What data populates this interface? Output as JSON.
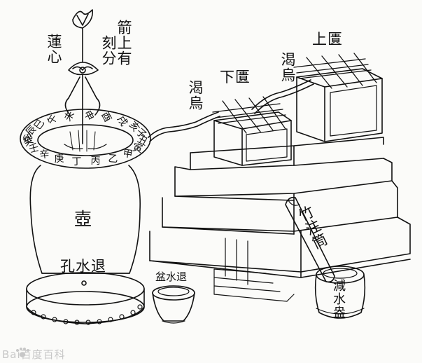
{
  "labels": {
    "lotus_center": "蓮心",
    "arrow_scale_1": "箭上有",
    "arrow_scale_2": "刻分",
    "upper_vessel": "上匱",
    "upper_dragon": "渴烏",
    "lower_vessel": "下匱",
    "lower_dragon": "渴烏",
    "pot": "壺",
    "drain_hole": "孔水退",
    "drain_basin": "盆水退",
    "bamboo_tube": "竹注筒",
    "reducing_basin": "減水盎"
  },
  "ring_characters": [
    "卯",
    "辰",
    "巳",
    "午",
    "未",
    "申",
    "酉",
    "戌",
    "亥",
    "子",
    "丑",
    "寅",
    "甲",
    "乙",
    "丙",
    "丁",
    "庚",
    "辛",
    "壬",
    "癸"
  ],
  "watermark": {
    "text": "Bai百度百科",
    "icon": "baidu-paw-icon"
  },
  "colors": {
    "ink": "#111111",
    "paper": "#fbfbf9",
    "watermark": "#c7c7c7"
  }
}
